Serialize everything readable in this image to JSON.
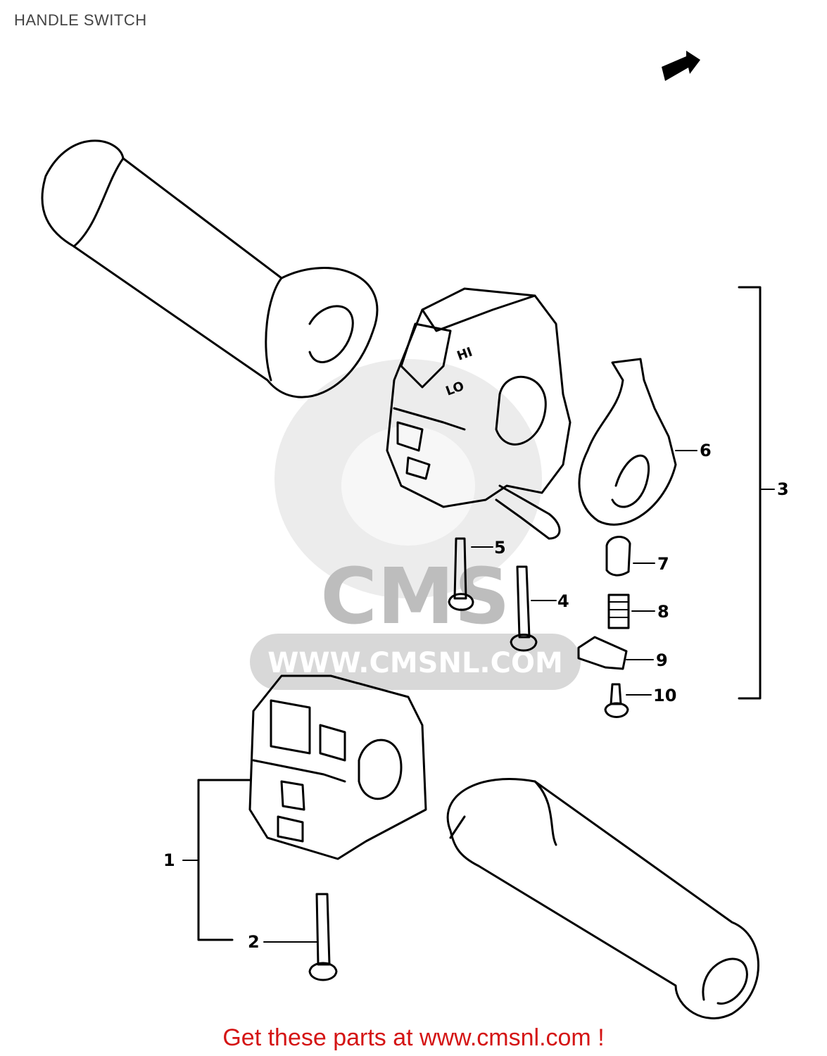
{
  "header": {
    "title": "HANDLE SWITCH"
  },
  "watermark": {
    "logo_text": "CMS",
    "url_text": "WWW.CMSNL.COM"
  },
  "callouts": [
    {
      "id": "1",
      "label": "1"
    },
    {
      "id": "2",
      "label": "2"
    },
    {
      "id": "3",
      "label": "3"
    },
    {
      "id": "4",
      "label": "4"
    },
    {
      "id": "5",
      "label": "5"
    },
    {
      "id": "6",
      "label": "6"
    },
    {
      "id": "7",
      "label": "7"
    },
    {
      "id": "8",
      "label": "8"
    },
    {
      "id": "9",
      "label": "9"
    },
    {
      "id": "10",
      "label": "10"
    }
  ],
  "switch_markings": {
    "hi": "HI",
    "lo": "LO"
  },
  "footer": {
    "cta_text": "Get these parts at www.cmsnl.com !",
    "color": "#d41414"
  }
}
